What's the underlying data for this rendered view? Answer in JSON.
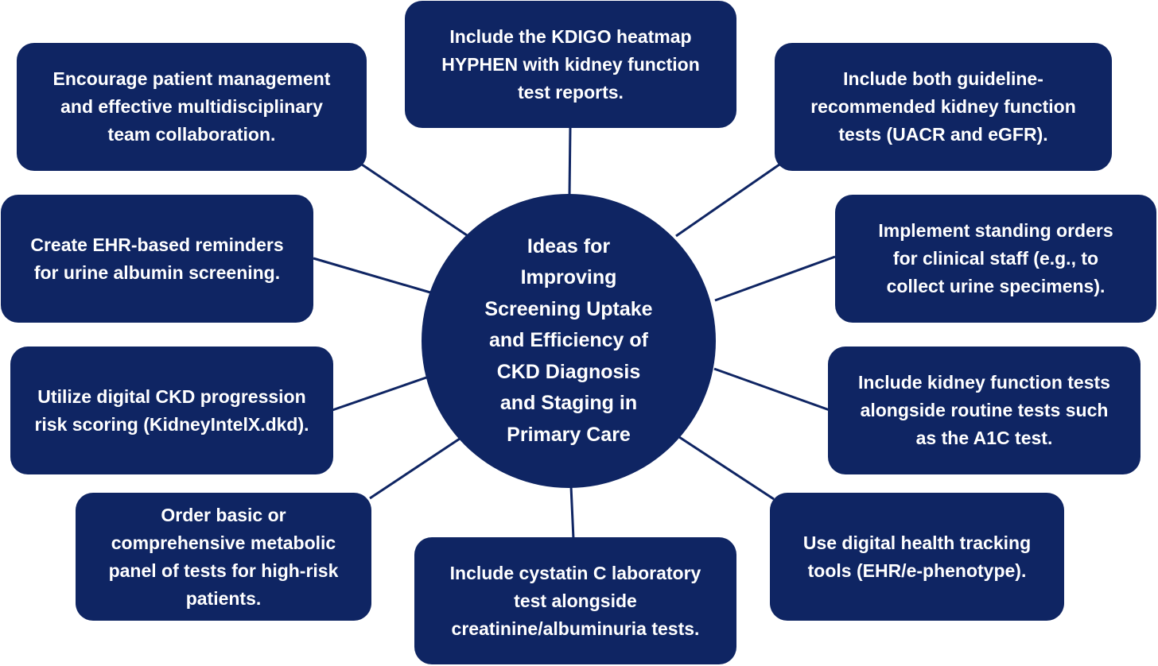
{
  "diagram": {
    "fill_color": "#0f2563",
    "line_color": "#0f2563",
    "text_color": "#ffffff",
    "center": {
      "label": "Ideas for\nImproving\nScreening Uptake\nand Efficiency of\nCKD Diagnosis\nand Staging in\nPrimary Care"
    },
    "ideas": [
      {
        "label": "Include the KDIGO heatmap\nHYPHEN with kidney function\ntest reports."
      },
      {
        "label": "Include both guideline-\nrecommended kidney function\ntests (UACR and eGFR)."
      },
      {
        "label": "Implement standing orders\nfor clinical staff (e.g., to\ncollect urine specimens)."
      },
      {
        "label": "Include kidney function tests\nalongside routine tests such\nas the A1C test."
      },
      {
        "label": "Use digital health tracking\ntools (EHR/e-phenotype)."
      },
      {
        "label": "Include cystatin C laboratory\ntest alongside\ncreatinine/albuminuria tests."
      },
      {
        "label": "Order basic or\ncomprehensive metabolic\npanel of tests for high-risk\npatients."
      },
      {
        "label": "Utilize digital CKD progression\nrisk scoring (KidneyIntelX.dkd)."
      },
      {
        "label": "Create EHR-based reminders\nfor urine albumin screening."
      },
      {
        "label": "Encourage patient management\nand effective multidisciplinary\nteam collaboration."
      }
    ]
  }
}
